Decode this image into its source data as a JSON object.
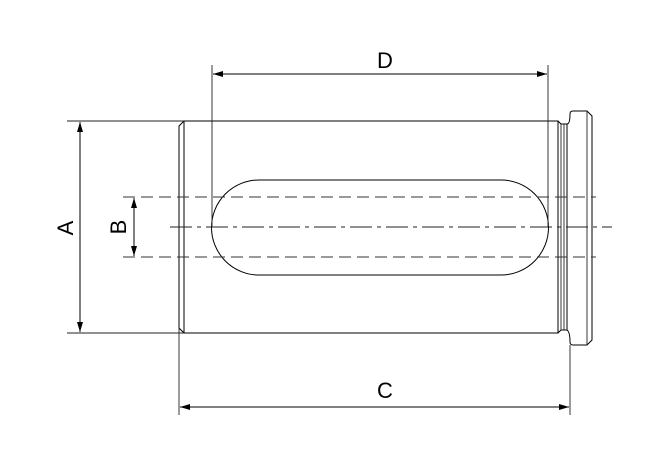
{
  "labels": {
    "A": "A",
    "B": "B",
    "C": "C",
    "D": "D"
  },
  "colors": {
    "line": "#000000",
    "background": "#ffffff"
  }
}
